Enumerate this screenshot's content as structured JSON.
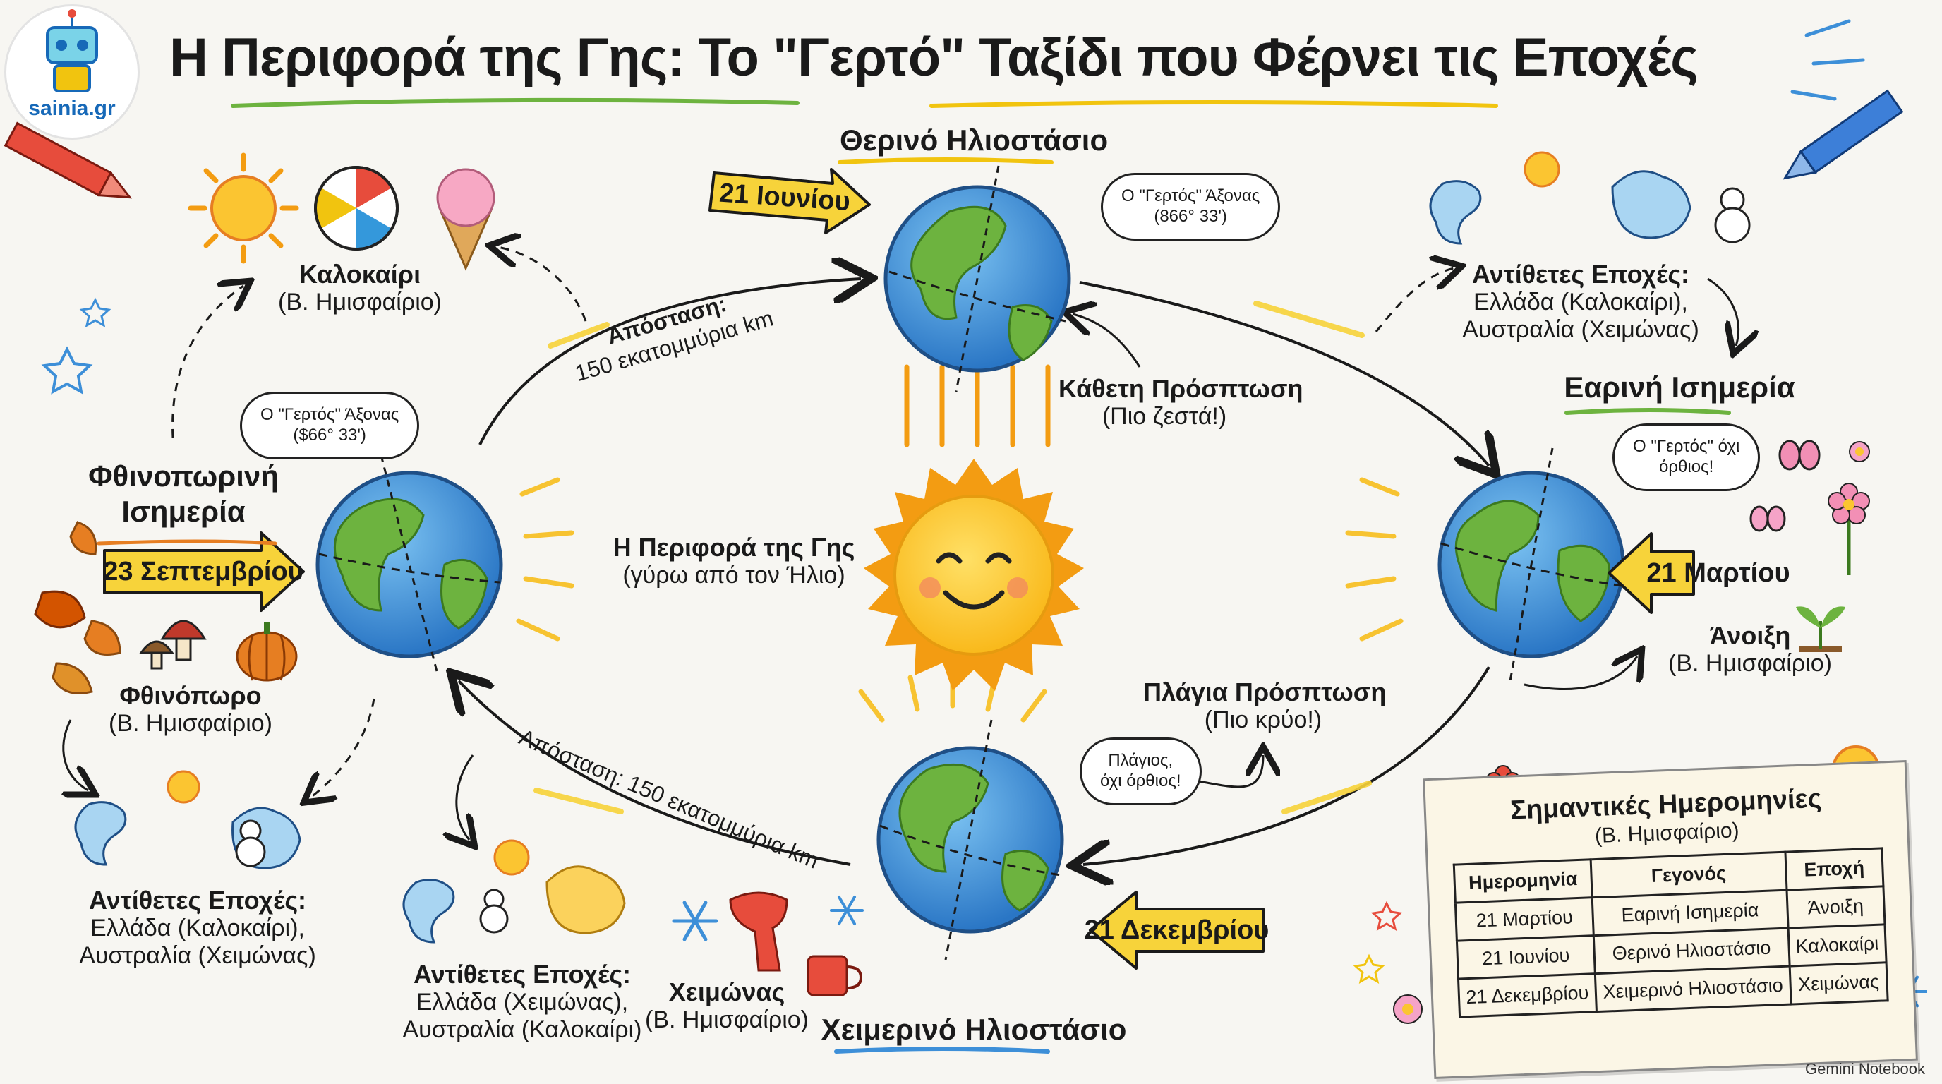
{
  "brand": {
    "logo_text": "sainia.gr",
    "footer": "Gemini Notebook"
  },
  "title": "Η Περιφορά της Γης: Το \"Γερτό\" Ταξίδι που Φέρνει τις Εποχές",
  "center": {
    "label": "Η Περιφορά της Γης",
    "sub": "(γύρω από τον Ήλιο)"
  },
  "summer": {
    "heading": "Θερινό Ηλιοστάσιο",
    "date": "21 Ιουνίου",
    "axis_cloud_line1": "Ο \"Γερτός\" Άξονας",
    "axis_cloud_line2": "(866° 33')",
    "incidence": "Κάθετη Πρόσπτωση",
    "incidence_sub": "(Πιο ζεστά!)",
    "season": "Καλοκαίρι",
    "season_sub": "(Β. Ημισφαίριο)"
  },
  "autumn": {
    "heading_line1": "Φθινοπωρινή",
    "heading_line2": "Ισημερία",
    "date": "23 Σεπτεμβρίου",
    "axis_cloud_line1": "Ο \"Γερτός\" Άξονας",
    "axis_cloud_line2": "($66° 33')",
    "season": "Φθινόπωρο",
    "season_sub": "(Β. Ημισφαίριο)",
    "opposite_title": "Αντίθετες Εποχές:",
    "opposite_line1": "Ελλάδα (Καλοκαίρι),",
    "opposite_line2": "Αυστραλία (Χειμώνας)"
  },
  "spring": {
    "heading": "Εαρινή Ισημερία",
    "date": "21 Μαρτίου",
    "cloud_line1": "Ο \"Γερτός\" όχι",
    "cloud_line2": "όρθιος!",
    "season": "Άνοιξη",
    "season_sub": "(Β. Ημισφαίριο)",
    "opposite_title": "Αντίθετες Εποχές:",
    "opposite_line1": "Ελλάδα (Καλοκαίρι),",
    "opposite_line2": "Αυστραλία (Χειμώνας)"
  },
  "winter": {
    "heading": "Χειμερινό Ηλιοστάσιο",
    "date": "21 Δεκεμβρίου",
    "cloud_line1": "Πλάγιος,",
    "cloud_line2": "όχι όρθιος!",
    "incidence": "Πλάγια Πρόσπτωση",
    "incidence_sub": "(Πιο κρύο!)",
    "season": "Χειμώνας",
    "season_sub": "(Β. Ημισφαίριο)",
    "opposite_title": "Αντίθετες Εποχές:",
    "opposite_line1": "Ελλάδα (Χειμώνας),",
    "opposite_line2": "Αυστραλία (Καλοκαίρι)"
  },
  "distance_top": {
    "line1": "Απόσταση:",
    "line2": "150 εκατομμύρια km"
  },
  "distance_bottom": "Απόσταση: 150 εκατομμύρια km",
  "table": {
    "title": "Σημαντικές Ημερομηνίες",
    "subtitle": "(Β. Ημισφαίριο)",
    "headers": [
      "Ημερομηνία",
      "Γεγονός",
      "Εποχή"
    ],
    "rows": [
      [
        "21 Μαρτίου",
        "Εαρινή Ισημερία",
        "Άνοιξη"
      ],
      [
        "21 Ιουνίου",
        "Θερινό Ηλιοστάσιο",
        "Καλοκαίρι"
      ],
      [
        "21 Δεκεμβρίου",
        "Χειμερινό Ηλιοστάσιο",
        "Χειμώνας"
      ]
    ]
  },
  "colors": {
    "arrow_yellow": "#f7d33a",
    "ocean": "#3d8fd8",
    "land": "#6db33f",
    "sun": "#fbc531",
    "sun_rays": "#f39c12"
  },
  "icons": [
    "sun-icon",
    "beach-ball-icon",
    "ice-cream-icon",
    "leaf-icon",
    "mushroom-icon",
    "pumpkin-icon",
    "snowflake-icon",
    "scarf-icon",
    "hot-cup-icon",
    "snowman-icon",
    "flower-icon",
    "butterfly-icon",
    "greece-map-icon",
    "australia-map-icon",
    "crayon-icon",
    "star-icon"
  ]
}
